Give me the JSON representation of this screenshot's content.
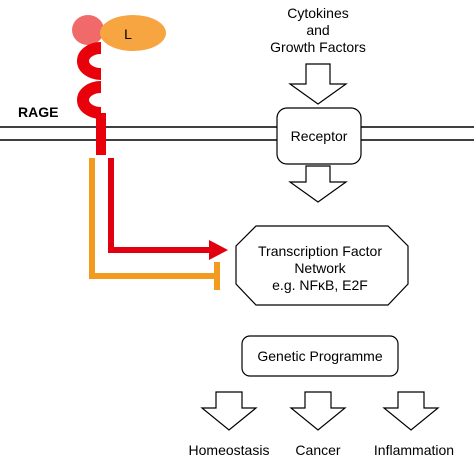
{
  "labels": {
    "ligand": "L",
    "rage": "RAGE",
    "cytokines_line1": "Cytokines",
    "cytokines_line2": "and",
    "cytokines_line3": "Growth Factors",
    "receptor": "Receptor",
    "tf_line1": "Transcription Factor",
    "tf_line2": "Network",
    "tf_line3": "e.g. NFκB, E2F",
    "genetic_programme": "Genetic Programme",
    "outcome_1": "Homeostasis",
    "outcome_2": "Cancer",
    "outcome_3": "Inflammation"
  },
  "colors": {
    "rage_red": "#e8000b",
    "rage_domain_pink": "#f06a6a",
    "ligand_orange": "#f7a540",
    "inhibition_orange": "#f39b1f",
    "activation_red": "#e00010",
    "outline": "#000000"
  }
}
